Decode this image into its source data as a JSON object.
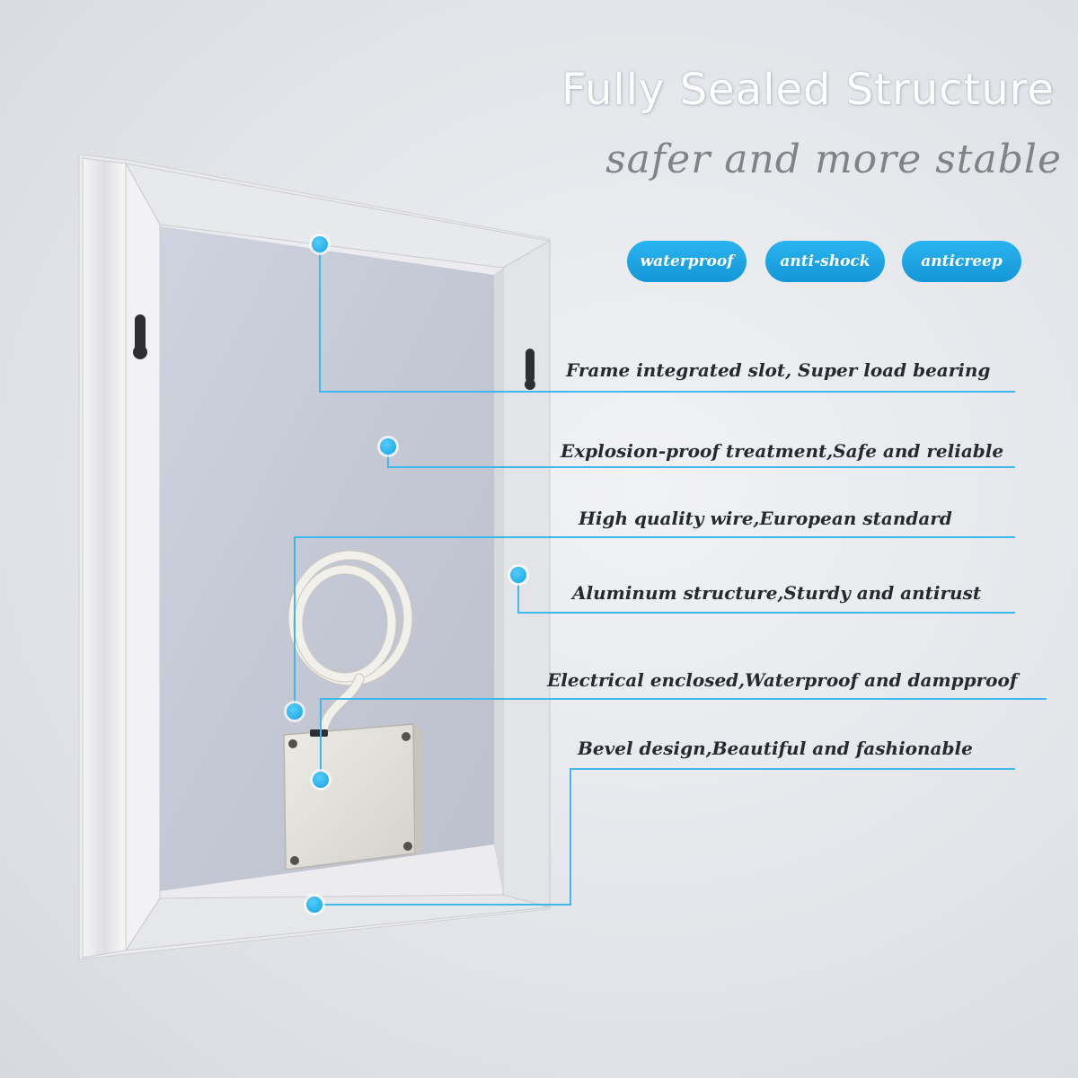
{
  "header": {
    "title": "Fully Sealed Structure",
    "subtitle": "safer and more stable"
  },
  "badges": [
    "waterproof",
    "anti-shock",
    "anticreep"
  ],
  "features": [
    "Frame integrated slot, Super load bearing",
    "Explosion-proof treatment,Safe and reliable",
    "High quality wire,European standard",
    "Aluminum structure,Sturdy and antirust",
    "Electrical enclosed,Waterproof and dampproof",
    "Bevel design,Beautiful and fashionable"
  ],
  "colors": {
    "accent": "#1ba7e8",
    "frame": "#dcdde0",
    "panel": "#c6cad6",
    "feature_text": "#262a30",
    "subtitle": "#808489"
  }
}
